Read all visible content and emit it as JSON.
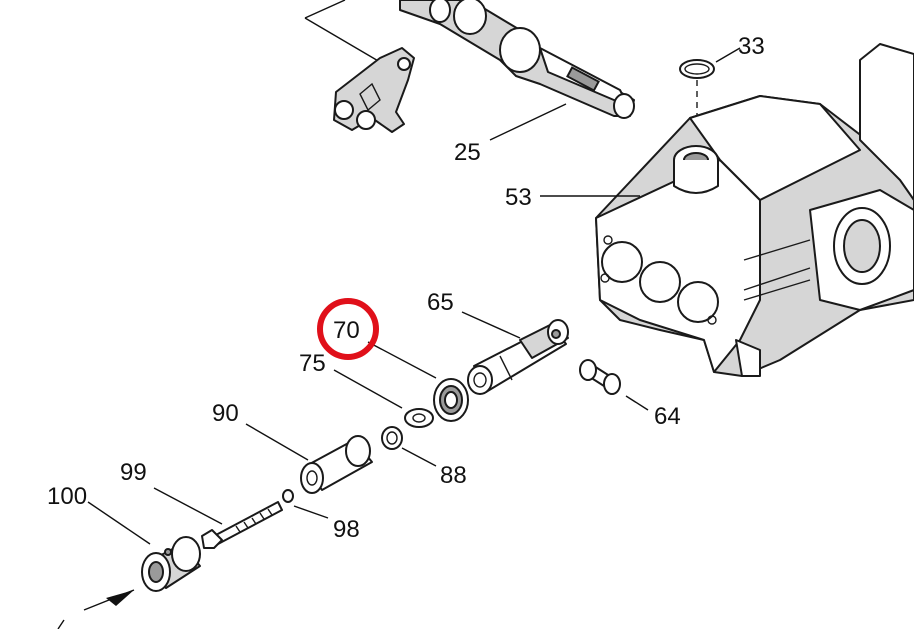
{
  "parts": [
    {
      "id": "p33",
      "label": "33"
    },
    {
      "id": "p25",
      "label": "25"
    },
    {
      "id": "p53",
      "label": "53"
    },
    {
      "id": "p65",
      "label": "65"
    },
    {
      "id": "p70",
      "label": "70",
      "highlighted": true
    },
    {
      "id": "p75",
      "label": "75"
    },
    {
      "id": "p64",
      "label": "64"
    },
    {
      "id": "p90",
      "label": "90"
    },
    {
      "id": "p88",
      "label": "88"
    },
    {
      "id": "p99",
      "label": "99"
    },
    {
      "id": "p98",
      "label": "98"
    },
    {
      "id": "p100",
      "label": "100"
    }
  ],
  "colors": {
    "highlight": "#e0101a",
    "line": "#1a1a1a",
    "background": "#ffffff"
  }
}
